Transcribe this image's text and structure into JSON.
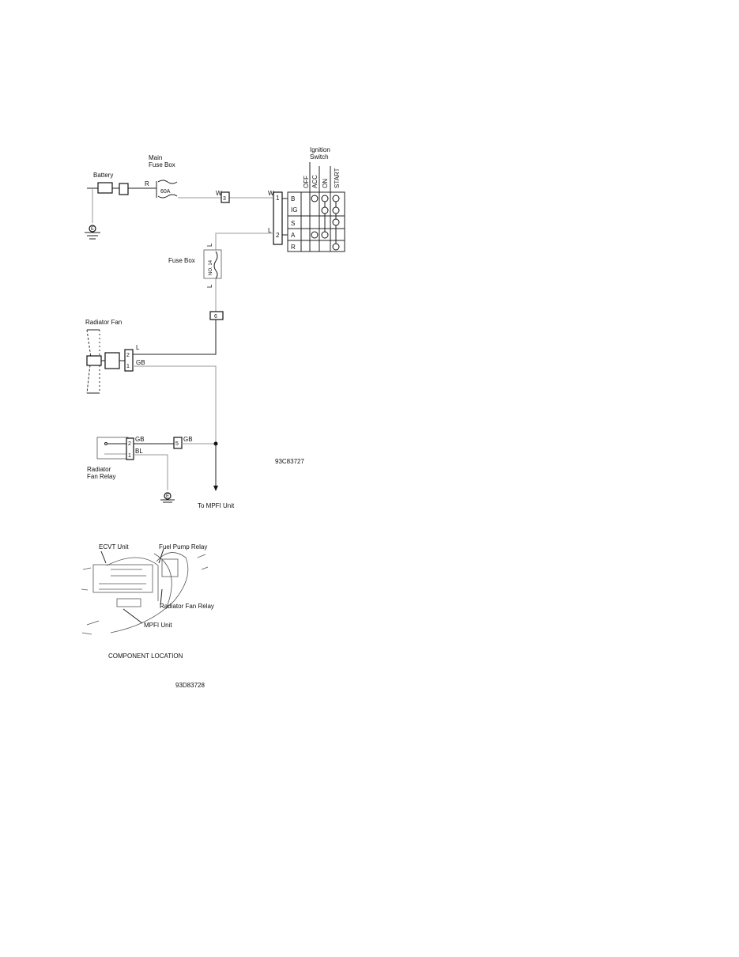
{
  "wiring_diagram": {
    "labels": {
      "battery": "Battery",
      "main_fuse_box_1": "Main",
      "main_fuse_box_2": "Fuse Box",
      "fuse_rating": "60A",
      "ignition_switch_1": "Ignition",
      "ignition_switch_2": "Switch",
      "fuse_box": "Fuse Box",
      "fuse_no": "NO. 14",
      "radiator_fan": "Radiator Fan",
      "radiator_fan_relay_1": "Radiator",
      "radiator_fan_relay_2": "Fan Relay",
      "to_mpfi": "To MPFI Unit",
      "figure_code": "93C83727"
    },
    "wire_colors": {
      "r": "R",
      "w1": "W",
      "w2": "W",
      "l1": "L",
      "l2": "L",
      "l3": "L",
      "l4": "L",
      "gb1": "GB",
      "gb2": "GB",
      "gb3": "GB",
      "bl": "BL"
    },
    "connectors": {
      "c3": "3",
      "ign1": "1",
      "ign2": "2",
      "c6": "6",
      "fan_top": "2",
      "fan_bot": "1",
      "relay_top": "2",
      "relay_bot": "1",
      "c5": "5"
    },
    "grounds": {
      "battery": "E",
      "relay": "E"
    },
    "ignition_switch": {
      "columns": [
        "OFF",
        "ACC",
        "ON",
        "START"
      ],
      "rows": [
        "B",
        "IG",
        "S",
        "A",
        "R"
      ]
    }
  },
  "component_location": {
    "title": "COMPONENT LOCATION",
    "labels": {
      "ecvt": "ECVT Unit",
      "fuel_pump_relay": "Fuel Pump Relay",
      "radiator_fan_relay": "Radiator Fan Relay",
      "mpfi": "MPFI Unit"
    },
    "figure_code": "93D83728"
  }
}
